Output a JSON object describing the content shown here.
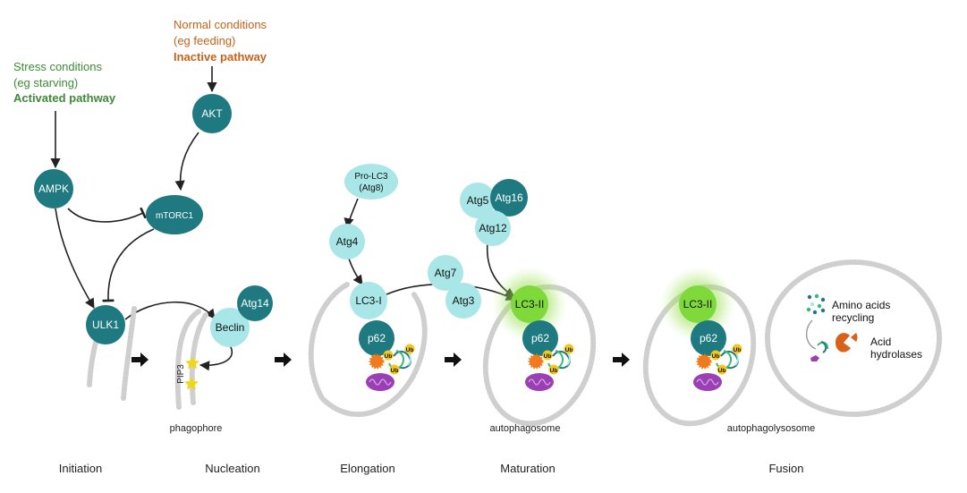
{
  "conditions": {
    "normal": {
      "line1": "Normal conditions",
      "line2": "(eg feeding)",
      "line3": "Inactive pathway"
    },
    "stress": {
      "line1": "Stress conditions",
      "line2": "(eg starving)",
      "line3": "Activated pathway"
    }
  },
  "nodes": {
    "akt": "AKT",
    "ampk": "AMPK",
    "mtorc1": "mTORC1",
    "ulk1": "ULK1",
    "atg14": "Atg14",
    "beclin": "Beclin",
    "pip3": "PIP3",
    "pro_lc3_line1": "Pro-LC3",
    "pro_lc3_line2": "(Atg8)",
    "atg4": "Atg4",
    "lc3_i": "LC3-I",
    "atg7": "Atg7",
    "atg3": "Atg3",
    "atg5": "Atg5",
    "atg16": "Atg16",
    "atg12": "Atg12",
    "lc3_ii": "LC3-II",
    "p62": "p62",
    "ub": "Ub"
  },
  "fusion": {
    "amino_line1": "Amino acids",
    "amino_line2": "recycling",
    "acid_line1": "Acid",
    "acid_line2": "hydrolases"
  },
  "structures": {
    "phagophore": "phagophore",
    "autophagosome": "autophagosome",
    "autophagolysosome": "autophagolysosome"
  },
  "stages": [
    "Initiation",
    "Nucleation",
    "Elongation",
    "Maturation",
    "Fusion"
  ],
  "colors": {
    "dark_teal": "#1e7a80",
    "light_teal": "#a8e6e8",
    "lc3_green": "#7fd93b",
    "membrane": "#d4d4d4",
    "ub_yellow": "#f2c81a",
    "ub_orange": "#f07a1c",
    "mito_purple": "#9b3fb5",
    "hydrolase_orange": "#d9611a",
    "normal_text": "#c8621a",
    "stress_text": "#3d8b37"
  }
}
